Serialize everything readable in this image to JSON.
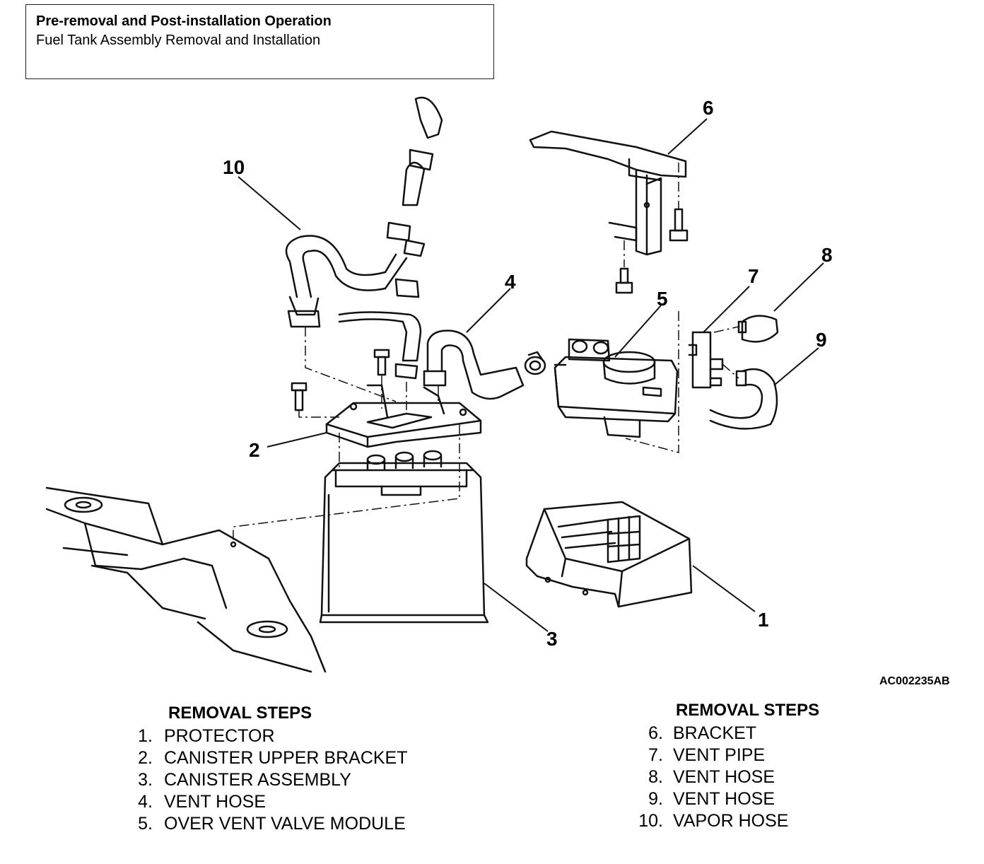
{
  "header": {
    "title": "Pre-removal and Post-installation Operation",
    "subtitle": "Fuel Tank Assembly Removal and Installation"
  },
  "figure_code": "AC002235AB",
  "callouts": [
    {
      "number": "1"
    },
    {
      "number": "2"
    },
    {
      "number": "3"
    },
    {
      "number": "4"
    },
    {
      "number": "5"
    },
    {
      "number": "6"
    },
    {
      "number": "7"
    },
    {
      "number": "8"
    },
    {
      "number": "9"
    },
    {
      "number": "10"
    }
  ],
  "removal_steps_left": {
    "heading": "REMOVAL STEPS",
    "items": [
      {
        "num": "1.",
        "label": "PROTECTOR"
      },
      {
        "num": "2.",
        "label": "CANISTER UPPER BRACKET"
      },
      {
        "num": "3.",
        "label": "CANISTER ASSEMBLY"
      },
      {
        "num": "4.",
        "label": "VENT HOSE"
      },
      {
        "num": "5.",
        "label": "OVER VENT VALVE MODULE"
      }
    ]
  },
  "removal_steps_right": {
    "heading": "REMOVAL STEPS",
    "items": [
      {
        "num": "6.",
        "label": "BRACKET"
      },
      {
        "num": "7.",
        "label": "VENT PIPE"
      },
      {
        "num": "8.",
        "label": "VENT HOSE"
      },
      {
        "num": "9.",
        "label": "VENT HOSE"
      },
      {
        "num": "10.",
        "label": "VAPOR HOSE"
      }
    ]
  },
  "colors": {
    "line": "#111111",
    "background": "#ffffff"
  }
}
